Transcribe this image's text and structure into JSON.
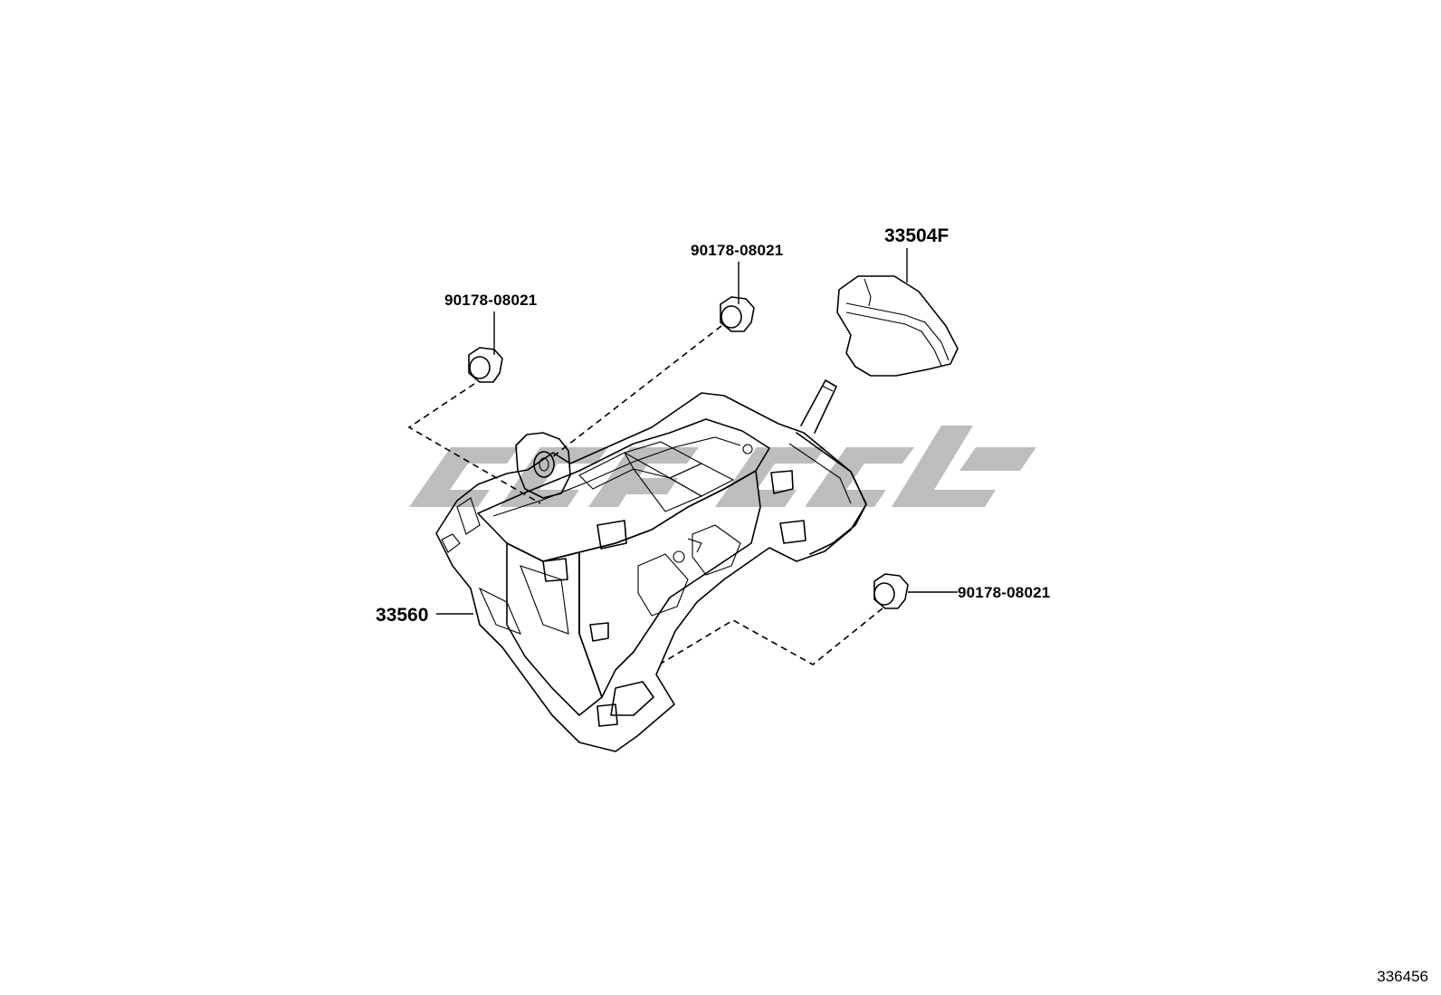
{
  "parts": {
    "bolt_left": "90178-08021",
    "bolt_top": "90178-08021",
    "knob": "33504F",
    "bolt_right": "90178-08021",
    "shift_assembly": "33560"
  },
  "diagram_id": "336456",
  "colors": {
    "line": "#000000",
    "watermark": "#bdbdbd",
    "background": "#ffffff"
  }
}
